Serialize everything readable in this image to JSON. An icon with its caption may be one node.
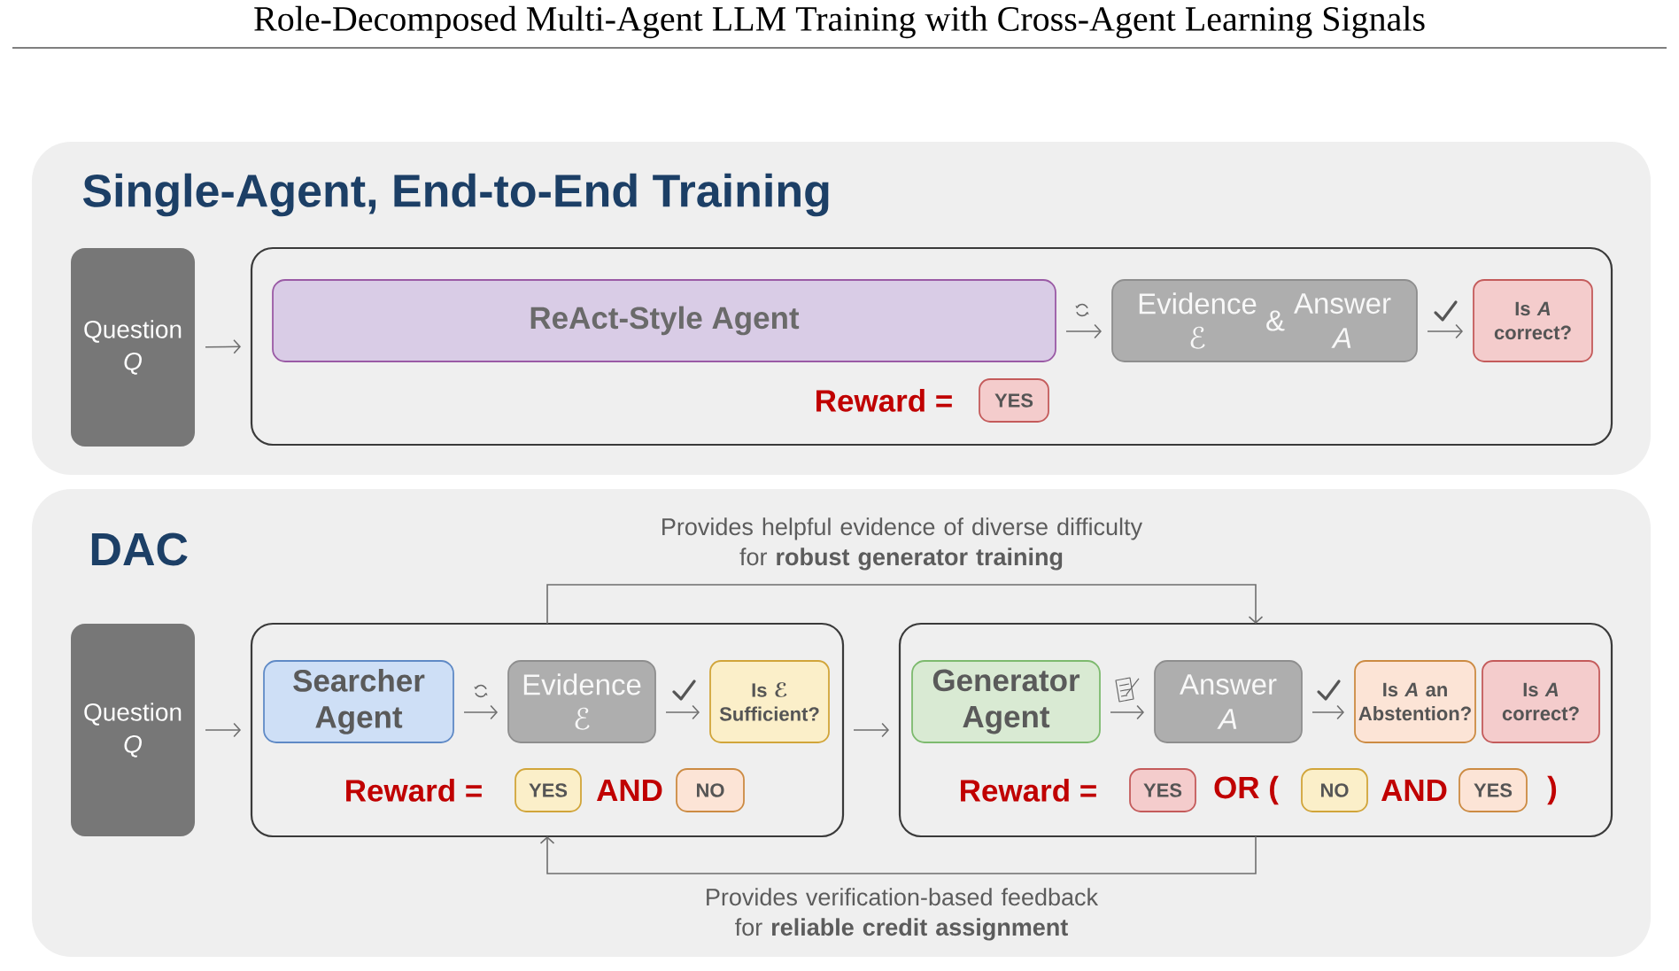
{
  "diagram": {
    "title": "Role-Decomposed Multi-Agent LLM Training with Cross-Agent Learning Signals",
    "nodes": [
      {
        "text": [
          "Single-Agent, End-to-End Training"
        ]
      },
      {
        "text": [
          "Question *Q*"
        ],
        "in": 0
      },
      {
        "text": [],
        "shape": "box",
        "in": 0
      },
      {
        "text": [
          "ReAct-Style Agent"
        ],
        "in": 2
      },
      {
        "text": [
          "Evidence ℰ",
          "&",
          "Answer *A*"
        ],
        "in": 2
      },
      {
        "text": [
          "Is *A* correct?"
        ],
        "in": 2
      },
      {
        "text": [
          "YES"
        ],
        "in": 2
      },
      {
        "text": [
          "DAC"
        ]
      },
      {
        "text": [
          "Question *Q*"
        ],
        "in": 7
      },
      {
        "text": [],
        "shape": "box",
        "in": 7
      },
      {
        "text": [
          "Searcher Agent"
        ],
        "in": 9
      },
      {
        "text": [
          "Evidence ℰ"
        ],
        "in": 9
      },
      {
        "text": [
          "Is ℰ Sufficient?"
        ],
        "in": 9
      },
      {
        "text": [
          "YES"
        ],
        "in": 9
      },
      {
        "text": [
          "NO"
        ],
        "in": 9
      },
      {
        "text": [],
        "shape": "box",
        "in": 7
      },
      {
        "text": [
          "Generator Agent"
        ],
        "in": 15
      },
      {
        "text": [
          "Answer *A*"
        ],
        "in": 15
      },
      {
        "text": [
          "Is *A* an Abstention?"
        ],
        "in": 15
      },
      {
        "text": [
          "Is *A* correct?"
        ],
        "in": 15
      },
      {
        "text": [
          "YES"
        ],
        "in": 15
      },
      {
        "text": [
          "NO"
        ],
        "in": 15
      },
      {
        "text": [
          "YES"
        ],
        "in": 15
      }
    ],
    "edges": [
      {
        "from": 1,
        "to": 2,
        "arrow": "to"
      },
      {
        "from": 3,
        "to": 4,
        "arrow": "to"
      },
      {
        "from": 4,
        "to": 5,
        "arrow": "to"
      },
      {
        "from": 8,
        "to": 9,
        "arrow": "to"
      },
      {
        "from": 10,
        "to": 11,
        "arrow": "to"
      },
      {
        "from": 11,
        "to": 12,
        "arrow": "to"
      },
      {
        "from": 9,
        "to": 15,
        "arrow": "to"
      },
      {
        "from": 9,
        "to": 15,
        "arrow": "to",
        "label": "Provides helpful evidence of diverse difficulty for **robust generator training**"
      },
      {
        "from": 15,
        "to": 9,
        "arrow": "to",
        "label": "Provides verification-based feedback for **reliable credit assignment**"
      },
      {
        "from": 16,
        "to": 17,
        "arrow": "to"
      },
      {
        "from": 17,
        "to": 18,
        "arrow": "to"
      }
    ],
    "labels": [
      "Reward =",
      "Reward =",
      "AND",
      "Reward =",
      "OR (",
      "AND",
      ")"
    ]
  }
}
